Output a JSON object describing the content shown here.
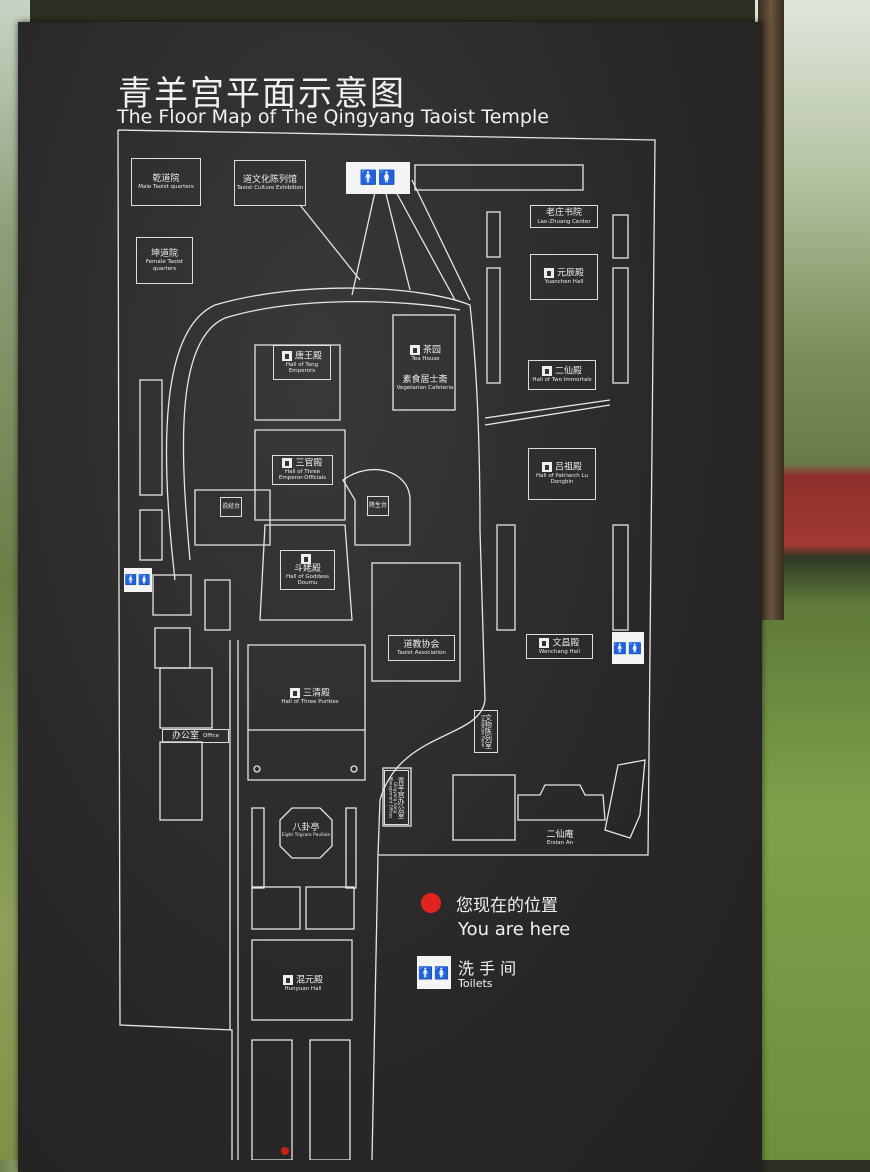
{
  "title": {
    "chinese": "青羊宫平面示意图",
    "english": "The Floor Map of The Qingyang Taoist Temple"
  },
  "places": [
    {
      "cn": "乾道院",
      "en": "Male Taoist quarters"
    },
    {
      "cn": "道文化陈列馆",
      "en": "Taoist Culture Exhibition"
    },
    {
      "cn": "坤道院",
      "en": "Female Taoist quarters"
    },
    {
      "cn": "老庄书院",
      "en": "Lao-Zhuang Center"
    },
    {
      "cn": "元辰殿",
      "en": "Yuanchen Hall"
    },
    {
      "cn": "二仙殿",
      "en": "Hall of Two Immortals"
    },
    {
      "cn": "吕祖殿",
      "en": "Hall of Patriarch Lu Dongbin"
    },
    {
      "cn": "唐王殿",
      "en": "Hall of Tang Emperors"
    },
    {
      "cn": "茶园",
      "en": "Tea House"
    },
    {
      "cn": "素食居士斋",
      "en": "Vegetarian Cafeteria"
    },
    {
      "cn": "三官殿",
      "en": "Hall of Three Emperor-Officials"
    },
    {
      "cn": "降生台",
      "en": ""
    },
    {
      "cn": "说经台",
      "en": ""
    },
    {
      "cn": "斗姥殿",
      "en": "Hall of Goddess Doumu"
    },
    {
      "cn": "道教协会",
      "en": "Taoist Association"
    },
    {
      "cn": "文昌殿",
      "en": "Wenchang Hall"
    },
    {
      "cn": "三清殿",
      "en": "Hall of Three Purities"
    },
    {
      "cn": "办公室",
      "en": "Office"
    },
    {
      "cn": "文物陈列室",
      "en": "Exhibition Room"
    },
    {
      "cn": "青羊宫办公室",
      "en": "Qingyang Gong Management Offices"
    },
    {
      "cn": "二仙庵",
      "en": "Erxian An"
    },
    {
      "cn": "八卦亭",
      "en": "Eight Trigram Pavilion"
    },
    {
      "cn": "混元殿",
      "en": "Hunyuan Hall"
    }
  ],
  "legend": {
    "you_are_here_cn": "您现在的位置",
    "you_are_here_en": "You are here",
    "toilets_cn": "洗 手 间",
    "toilets_en": "Toilets",
    "toilet_symbol": "🚹🚺"
  },
  "colors": {
    "board": "#2a2828",
    "lines": "#e6e6e6",
    "you_are_here_marker": "#e0231d"
  },
  "icons": [
    "hall-icon",
    "toilet-icon",
    "tea-icon",
    "you-are-here-marker"
  ]
}
